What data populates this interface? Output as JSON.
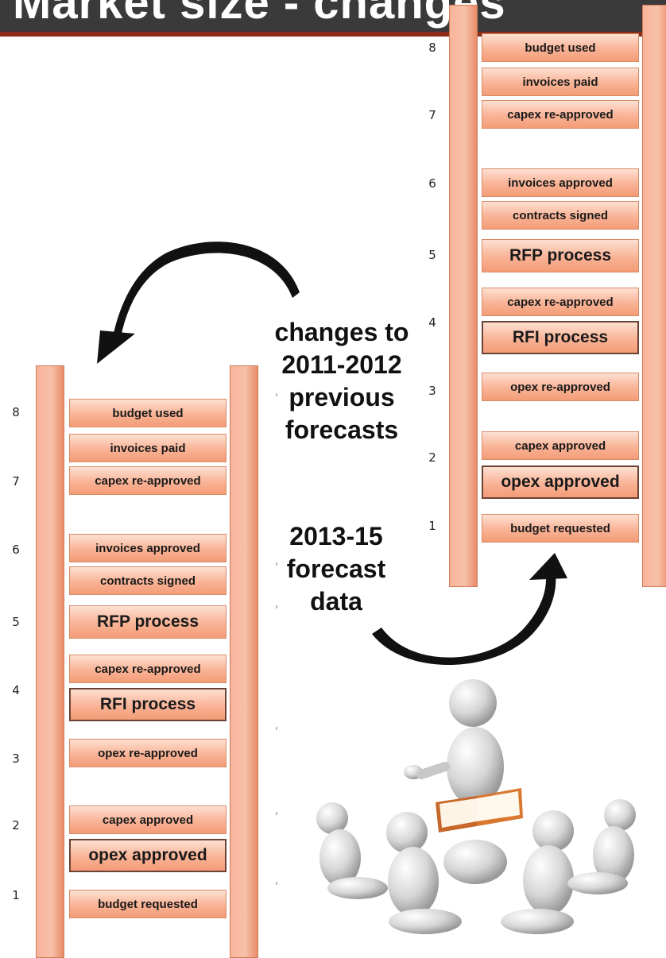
{
  "banner": {
    "title": "Market size - changes"
  },
  "rung_numbers": [
    "8",
    "7",
    "6",
    "5",
    "4",
    "3",
    "2",
    "1"
  ],
  "rungs": {
    "budget_used": "budget used",
    "invoices_paid": "invoices paid",
    "capex_reapproved": "capex re-approved",
    "invoices_approved": "invoices approved",
    "contracts_signed": "contracts signed",
    "rfp_process": "RFP process",
    "rfi_process": "RFI process",
    "opex_reapproved": "opex re-approved",
    "capex_approved": "capex approved",
    "opex_approved": "opex approved",
    "budget_requested": "budget requested"
  },
  "middle_text": {
    "changes_lines": [
      "changes to",
      "2011-2012",
      "previous",
      "forecasts"
    ],
    "forecast_lines": [
      "2013-15",
      "forecast",
      "data"
    ]
  },
  "colors": {
    "rung": "#f9b396",
    "rail": "#f7c0a8",
    "banner": "#3a3a3a",
    "banner_line": "#8b2d1a"
  }
}
